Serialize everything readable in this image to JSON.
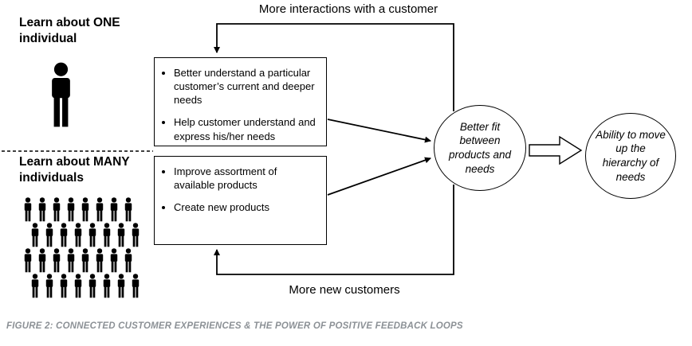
{
  "colors": {
    "background": "#ffffff",
    "line": "#000000",
    "box_border": "#000000",
    "caption_text": "#8c9196"
  },
  "labels": {
    "top_loop": "More interactions with a customer",
    "bottom_loop": "More new customers",
    "learn_one": "Learn about ONE individual",
    "learn_many": "Learn about MANY individuals"
  },
  "boxes": {
    "one": {
      "bullets": [
        "Better understand a particular customer’s current and deeper needs",
        "Help customer understand and express his/her needs"
      ]
    },
    "many": {
      "bullets": [
        "Improve assortment of available products",
        "Create new products"
      ]
    },
    "nodes": {
      "better_fit": "Better fit between products and needs",
      "ability": "Ability to move up the hierarchy of needs"
    }
  },
  "icons": {
    "single_person": "person-icon",
    "crowd": "crowd-icon"
  },
  "caption": "FIGURE 2: CONNECTED CUSTOMER EXPERIENCES & THE POWER OF POSITIVE FEEDBACK LOOPS"
}
